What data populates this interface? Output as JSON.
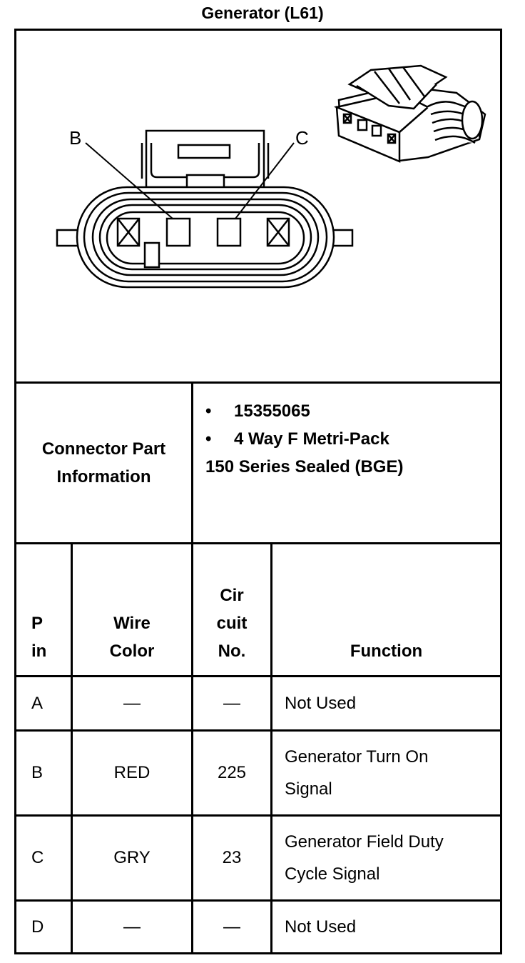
{
  "title": "Generator (L61)",
  "diagram": {
    "callout_b": "B",
    "callout_c": "C"
  },
  "connector_info": {
    "label_line1": "Connector Part",
    "label_line2": "Information",
    "bullets": [
      "15355065",
      "4 Way F Metri-Pack"
    ],
    "continuation": "150 Series Sealed (BGE)"
  },
  "table": {
    "headers": {
      "pin": [
        "P",
        "in"
      ],
      "wire_color": [
        "Wire",
        "Color"
      ],
      "circuit": [
        "Cir",
        "cuit",
        "No."
      ],
      "function": [
        "Function"
      ]
    },
    "rows": [
      {
        "pin": "A",
        "wire_color": "—",
        "circuit": "—",
        "function": [
          "Not Used"
        ]
      },
      {
        "pin": "B",
        "wire_color": "RED",
        "circuit": "225",
        "function": [
          "Generator Turn On",
          "Signal"
        ]
      },
      {
        "pin": "C",
        "wire_color": "GRY",
        "circuit": "23",
        "function": [
          "Generator Field Duty",
          "Cycle Signal"
        ]
      },
      {
        "pin": "D",
        "wire_color": "—",
        "circuit": "—",
        "function": [
          "Not Used"
        ]
      }
    ]
  }
}
